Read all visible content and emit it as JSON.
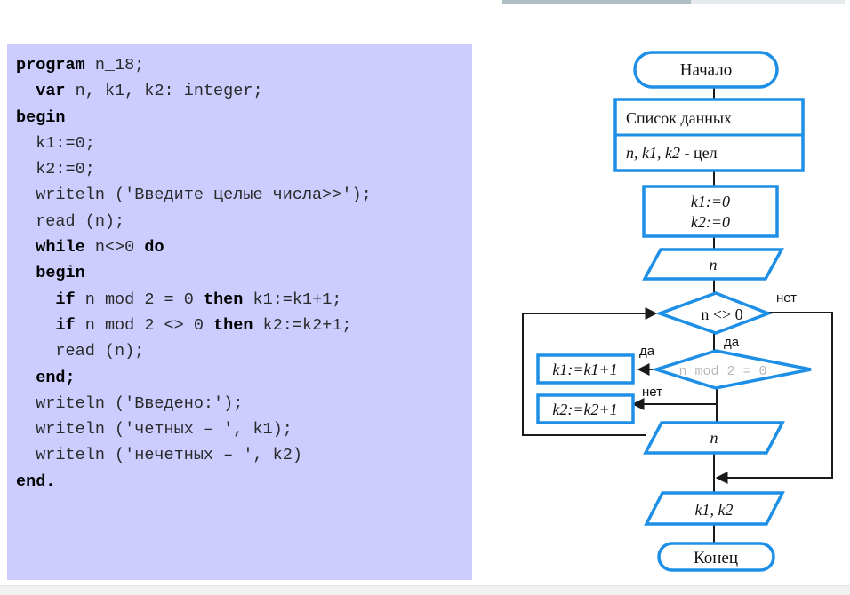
{
  "code": {
    "lines": [
      [
        {
          "t": "program",
          "kw": true
        },
        {
          "t": " n_18;"
        }
      ],
      [
        {
          "t": "  "
        },
        {
          "t": "var",
          "kw": true
        },
        {
          "t": " n, k1, k2: integer;"
        }
      ],
      [
        {
          "t": "begin",
          "kw": true
        }
      ],
      [
        {
          "t": "  k1:=0;"
        }
      ],
      [
        {
          "t": "  k2:=0;"
        }
      ],
      [
        {
          "t": "  writeln ('Введите целые числа>>');"
        }
      ],
      [
        {
          "t": "  read (n);"
        }
      ],
      [
        {
          "t": "  "
        },
        {
          "t": "while",
          "kw": true
        },
        {
          "t": " n<>0 "
        },
        {
          "t": "do",
          "kw": true
        }
      ],
      [
        {
          "t": "  "
        },
        {
          "t": "begin",
          "kw": true
        }
      ],
      [
        {
          "t": "    "
        },
        {
          "t": "if",
          "kw": true
        },
        {
          "t": " n mod 2 = 0 "
        },
        {
          "t": "then",
          "kw": true
        },
        {
          "t": " k1:=k1+1;"
        }
      ],
      [
        {
          "t": "    "
        },
        {
          "t": "if",
          "kw": true
        },
        {
          "t": " n mod 2 <> 0 "
        },
        {
          "t": "then",
          "kw": true
        },
        {
          "t": " k2:=k2+1;"
        }
      ],
      [
        {
          "t": "    read (n);"
        }
      ],
      [
        {
          "t": "  "
        },
        {
          "t": "end;",
          "kw": true
        }
      ],
      [
        {
          "t": "  writeln ('Введено:');"
        }
      ],
      [
        {
          "t": "  writeln ('четных – ', k1);"
        }
      ],
      [
        {
          "t": "  writeln ('нечетных – ', k2)"
        }
      ],
      [
        {
          "t": "end.",
          "kw": true
        }
      ]
    ]
  },
  "flowchart": {
    "start": "Начало",
    "data_list_title": "Список данных",
    "data_list_vars": "n, k1, k2",
    "data_list_type": " - цел",
    "init_k1": "k1:=0",
    "init_k2": "k2:=0",
    "input_n_1": "n",
    "loop_condition": "n <> 0",
    "loop_no_label": "нет",
    "loop_yes_label": "да",
    "mod_condition": "n mod 2 = 0",
    "mod_yes_label": "да",
    "mod_no_label": "нет",
    "k1_increment": "k1:=k1+1",
    "k2_increment": "k2:=k2+1",
    "input_n_2": "n",
    "output": "k1, k2",
    "end": "Конец"
  },
  "colors": {
    "code_background": "#ccccff",
    "shape_stroke": "#1e8fe6",
    "line_color": "#1a1a1a"
  }
}
